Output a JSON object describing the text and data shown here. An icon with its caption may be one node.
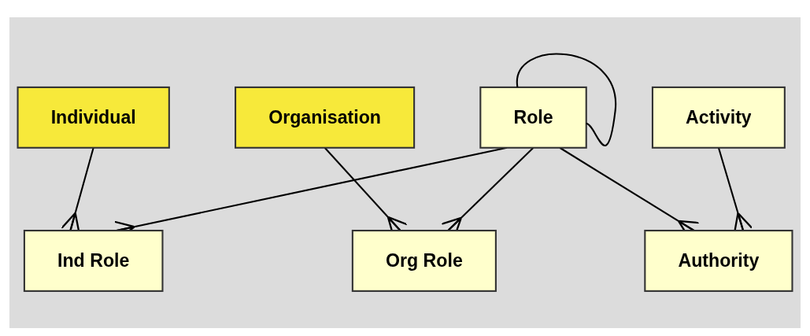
{
  "diagram": {
    "nodes": [
      {
        "text": [
          "Role"
        ]
      },
      {
        "text": [
          "Individual"
        ]
      },
      {
        "text": [
          "Organisation"
        ]
      },
      {
        "text": [
          "Activity"
        ]
      },
      {
        "text": [
          "Ind Role"
        ]
      },
      {
        "text": [
          "Org Role"
        ]
      },
      {
        "text": [
          "Authority"
        ]
      }
    ],
    "edges": [
      {
        "from": 0,
        "to": 0,
        "arrow": "none"
      },
      {
        "from": 1,
        "to": 4,
        "arrow": "other"
      },
      {
        "from": 0,
        "to": 4,
        "arrow": "other"
      },
      {
        "from": 2,
        "to": 5,
        "arrow": "other"
      },
      {
        "from": 0,
        "to": 5,
        "arrow": "other"
      },
      {
        "from": 0,
        "to": 6,
        "arrow": "other"
      },
      {
        "from": 3,
        "to": 6,
        "arrow": "other"
      }
    ]
  }
}
